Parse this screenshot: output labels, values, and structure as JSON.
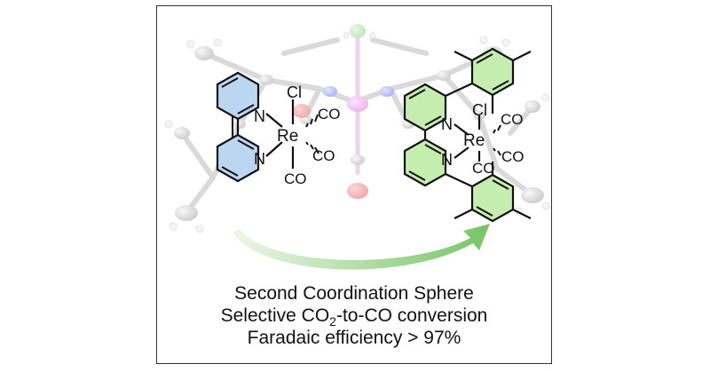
{
  "caption": {
    "line1": "Second Coordination Sphere",
    "line2_pre": "Selective CO",
    "line2_sub": "2",
    "line2_post": "-to-CO conversion",
    "line3": "Faradaic efficiency > 97%"
  },
  "left_complex": {
    "metal": "Re",
    "ligand_top": "Cl",
    "ligand_right1": "CO",
    "ligand_right2": "CO",
    "ligand_bottom": "CO",
    "n_top": "N",
    "n_bottom": "N"
  },
  "right_complex": {
    "metal": "Re",
    "ligand_top": "Cl",
    "ligand_right1": "CO",
    "ligand_right2": "CO",
    "ligand_bottom": "CO",
    "n_top": "N",
    "n_bottom": "N"
  },
  "colors": {
    "left_ring_fill": "#bcd6f2",
    "right_ring_fill": "#c5edb0",
    "arrow_start": "#e8f4e0",
    "arrow_end": "#7cc56a",
    "frame": "#333333"
  }
}
